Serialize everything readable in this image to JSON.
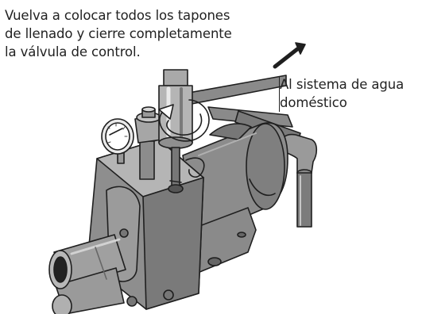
{
  "instruction": {
    "line1": "Vuelva a colocar todos los tapones",
    "line2": "de llenado y cierre completamente",
    "line3": "la válvula de control."
  },
  "callout": {
    "line1": "Al sistema de agua",
    "line2": "doméstico"
  },
  "colors": {
    "ink": "#1f1f1f",
    "pump_body": "#8e8e8e",
    "pump_shadow": "#6f6f6f",
    "pipe": "#b8b8b8",
    "highlight": "#d9d9d9"
  }
}
